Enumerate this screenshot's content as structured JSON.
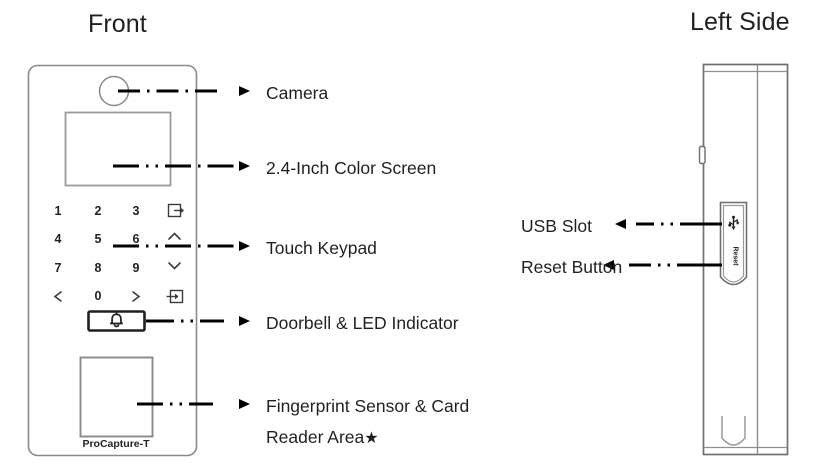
{
  "document": {
    "type": "product-diagram",
    "background": "#ffffff",
    "line_color": "#231f20",
    "device_outline_color": "#808080"
  },
  "views": [
    {
      "id": "front",
      "title": "Front"
    },
    {
      "id": "left-side",
      "title": "Left Side"
    }
  ],
  "front_view": {
    "title": "Front",
    "model_label": "ProCapture-T",
    "keypad": {
      "rows": [
        [
          "1",
          "2",
          "3",
          "exit-icon"
        ],
        [
          "4",
          "5",
          "6",
          "chevron-up-icon"
        ],
        [
          "7",
          "8",
          "9",
          "chevron-down-icon"
        ],
        [
          "<",
          "0",
          ">",
          "enter-icon"
        ]
      ],
      "digits": [
        "1",
        "2",
        "3",
        "4",
        "5",
        "6",
        "7",
        "8",
        "9",
        "0"
      ],
      "nav_keys": [
        "<",
        ">"
      ],
      "icon_keys": [
        "exit-icon",
        "chevron-up-icon",
        "chevron-down-icon",
        "enter-icon"
      ]
    },
    "components": [
      {
        "name": "camera",
        "shape": "circle"
      },
      {
        "name": "color-screen",
        "shape": "rectangle"
      },
      {
        "name": "touch-keypad",
        "shape": "grid"
      },
      {
        "name": "doorbell-button",
        "shape": "rounded-rectangle",
        "icon": "bell-icon"
      },
      {
        "name": "fingerprint-sensor",
        "shape": "rectangle"
      }
    ],
    "callouts": [
      {
        "id": "camera",
        "label": "Camera"
      },
      {
        "id": "screen",
        "label": "2.4-Inch Color Screen"
      },
      {
        "id": "keypad",
        "label": "Touch Keypad"
      },
      {
        "id": "doorbell",
        "label": "Doorbell & LED Indicator"
      },
      {
        "id": "fingerprint",
        "label_line1": "Fingerprint Sensor & Card",
        "label_line2": "Reader Area",
        "marker": "★"
      }
    ]
  },
  "side_view": {
    "title": "Left Side",
    "port_bay": {
      "usb_icon": "usb-icon",
      "reset_label": "Reset"
    },
    "callouts": [
      {
        "id": "usb",
        "label": "USB Slot"
      },
      {
        "id": "reset",
        "label": "Reset Button"
      }
    ]
  }
}
